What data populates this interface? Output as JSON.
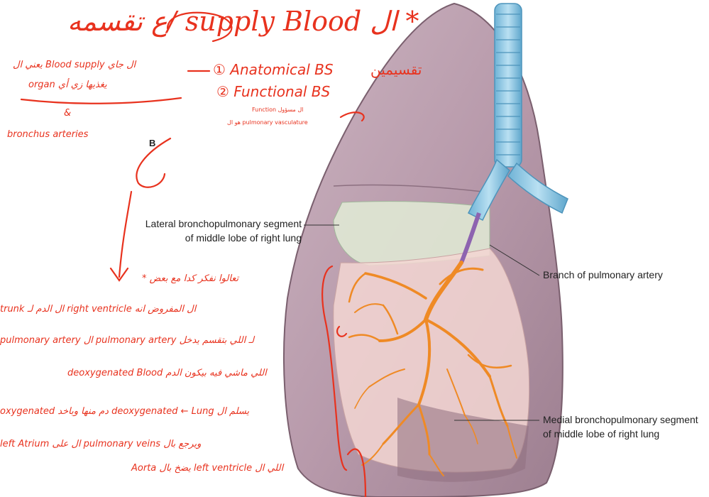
{
  "figure_letter": "B",
  "labels": {
    "lateral_line1": "Lateral bronchopulmonary segment",
    "lateral_line2": "of middle lobe of right lung",
    "branch": "Branch of pulmonary artery",
    "medial_line1": "Medial bronchopulmonary  segment",
    "medial_line2": "of middle lobe of right lung"
  },
  "handwritten": {
    "title": "* ال supply Blood /ع تقسمه",
    "subtitle": "تقسيمين",
    "item1": "① Anatomical BS",
    "item2": "② Functional BS",
    "note_small1": "Function ال مسؤول",
    "note_small2": "هو ال pulmonary vasculature",
    "left_note1": "يعني ال Blood supply ال جاي",
    "left_note2": "organ يغذيها زي أي",
    "left_note3": "&",
    "left_note4": "bronchus arteries",
    "line1": "* تعالوا نفكر كدا مع بعض",
    "line2": "trunk ال الدم لـ right ventricle ال المفروض انه",
    "line3": "pulmonary artery ال pulmonary artery لـ اللي بتقسم يدخل",
    "line4": "deoxygenated Blood اللي ماشي فيه بيكون الدم",
    "line5": "oxygenated دم منها وباخد deoxygenated ← Lung يسلم ال",
    "line6": "left Atrium ال على pulmonary veins ويرجع بال",
    "line7": "Aorta يضخ بال left ventricle اللي ال"
  },
  "colors": {
    "ink": "#e8321e",
    "lung": "#b9a0ad",
    "artery": "#f08a28",
    "trachea": "#8ec8e4"
  }
}
